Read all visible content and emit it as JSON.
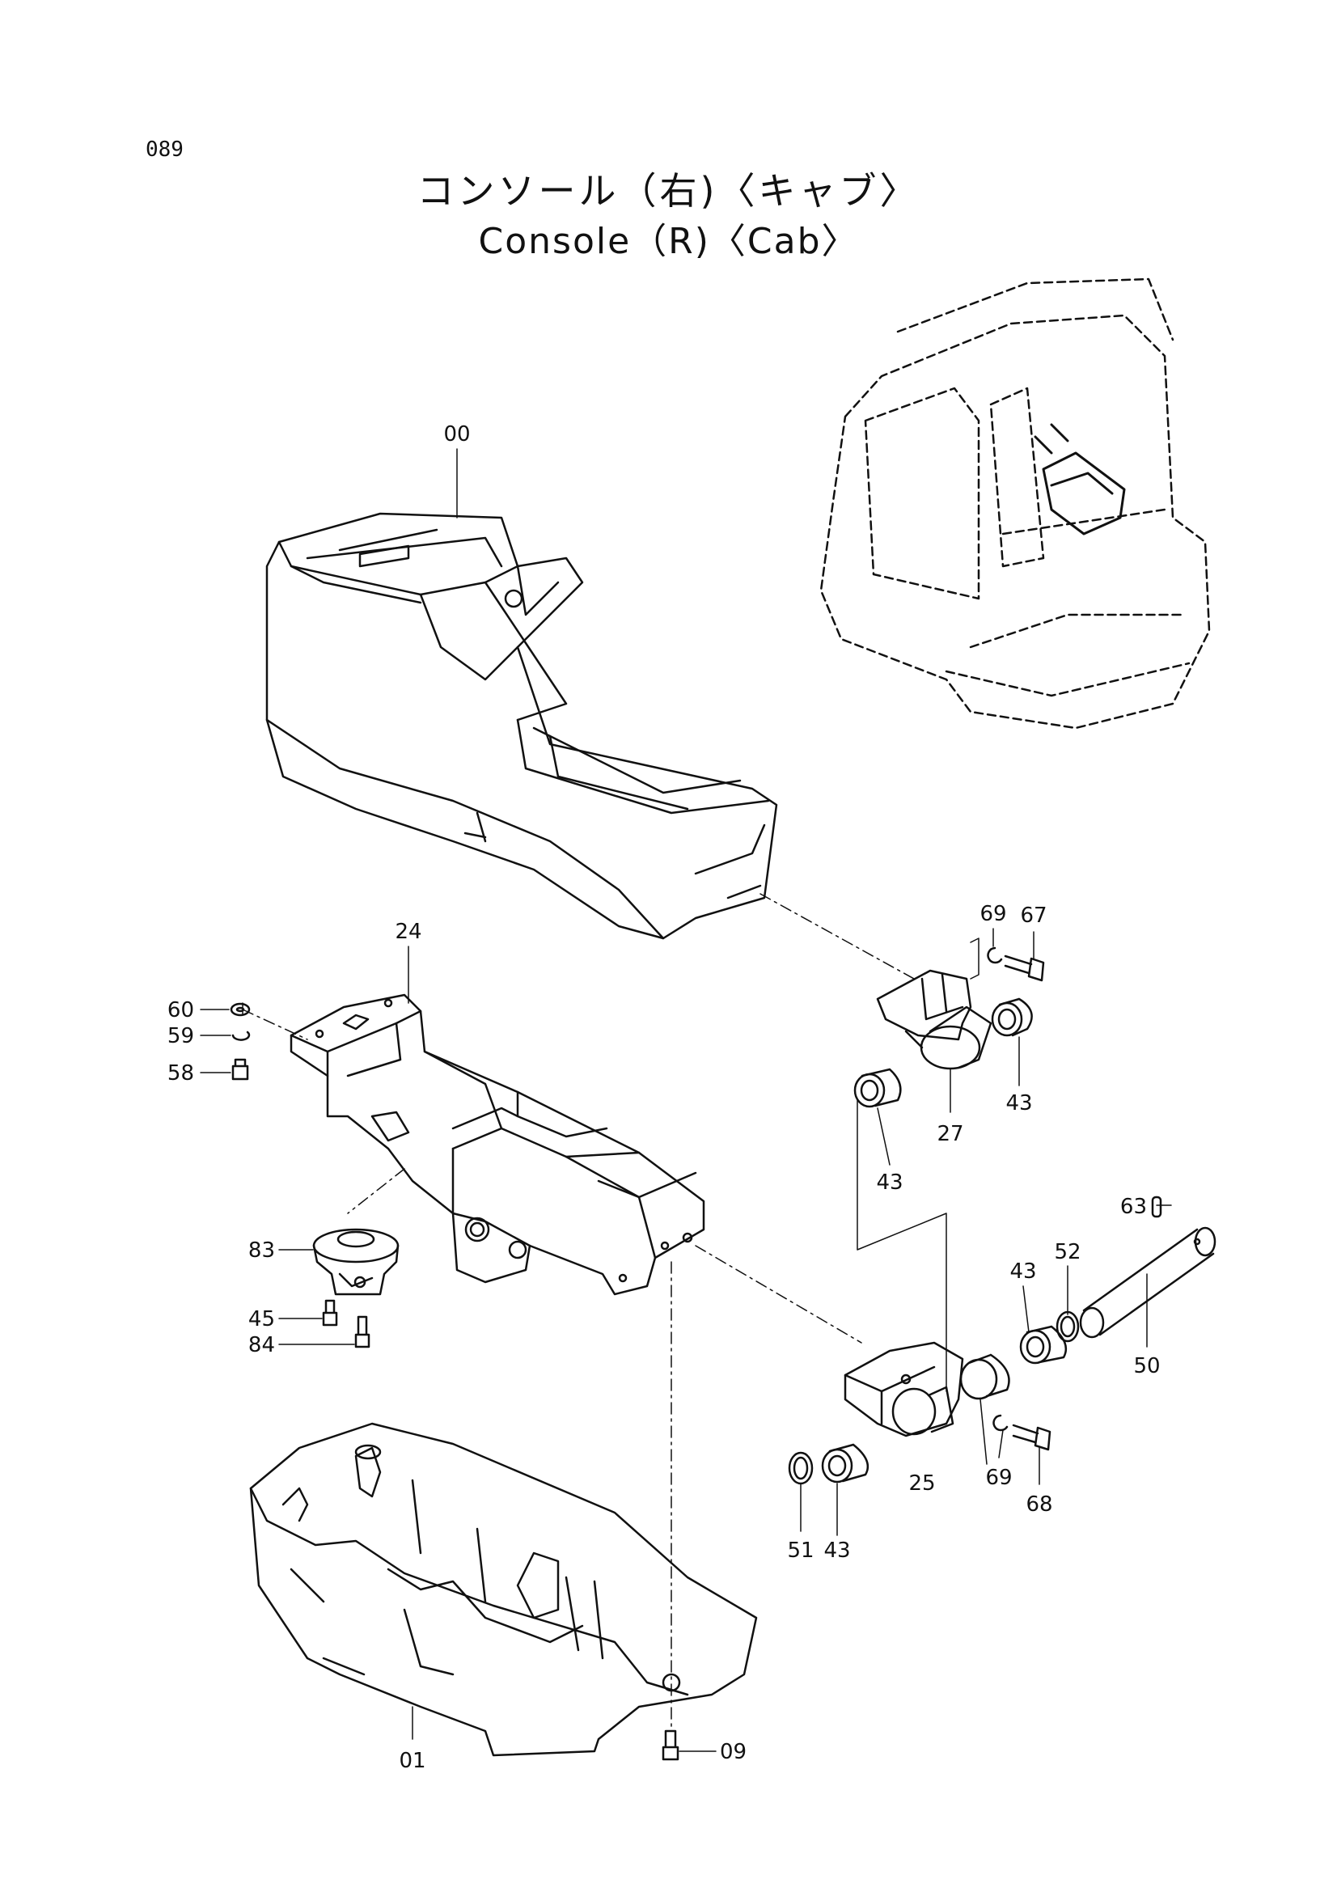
{
  "page": {
    "number": "089",
    "title_jp": "コンソール（右)〈キャブ〉",
    "title_en": "Console（R)〈Cab〉"
  },
  "parts": [
    {
      "id": "p00",
      "label": "00",
      "name": "console-cover"
    },
    {
      "id": "p01",
      "label": "01",
      "name": "lower-cover"
    },
    {
      "id": "p09",
      "label": "09",
      "name": "bolt"
    },
    {
      "id": "p24",
      "label": "24",
      "name": "bracket-frame"
    },
    {
      "id": "p25",
      "label": "25",
      "name": "bracket-lower"
    },
    {
      "id": "p27",
      "label": "27",
      "name": "bracket-upper"
    },
    {
      "id": "p43a",
      "label": "43",
      "name": "bushing"
    },
    {
      "id": "p43b",
      "label": "43",
      "name": "bushing"
    },
    {
      "id": "p43c",
      "label": "43",
      "name": "bushing"
    },
    {
      "id": "p43d",
      "label": "43",
      "name": "bushing"
    },
    {
      "id": "p45",
      "label": "45",
      "name": "bolt"
    },
    {
      "id": "p50",
      "label": "50",
      "name": "pin"
    },
    {
      "id": "p51",
      "label": "51",
      "name": "ring"
    },
    {
      "id": "p52",
      "label": "52",
      "name": "ring"
    },
    {
      "id": "p58",
      "label": "58",
      "name": "bolt"
    },
    {
      "id": "p59",
      "label": "59",
      "name": "spring-washer"
    },
    {
      "id": "p60",
      "label": "60",
      "name": "washer"
    },
    {
      "id": "p63",
      "label": "63",
      "name": "spring-pin"
    },
    {
      "id": "p67",
      "label": "67",
      "name": "bolt"
    },
    {
      "id": "p68",
      "label": "68",
      "name": "bolt"
    },
    {
      "id": "p69a",
      "label": "69",
      "name": "snap-ring"
    },
    {
      "id": "p69b",
      "label": "69",
      "name": "snap-ring"
    },
    {
      "id": "p83",
      "label": "83",
      "name": "damper-mount"
    },
    {
      "id": "p84",
      "label": "84",
      "name": "bolt"
    }
  ]
}
